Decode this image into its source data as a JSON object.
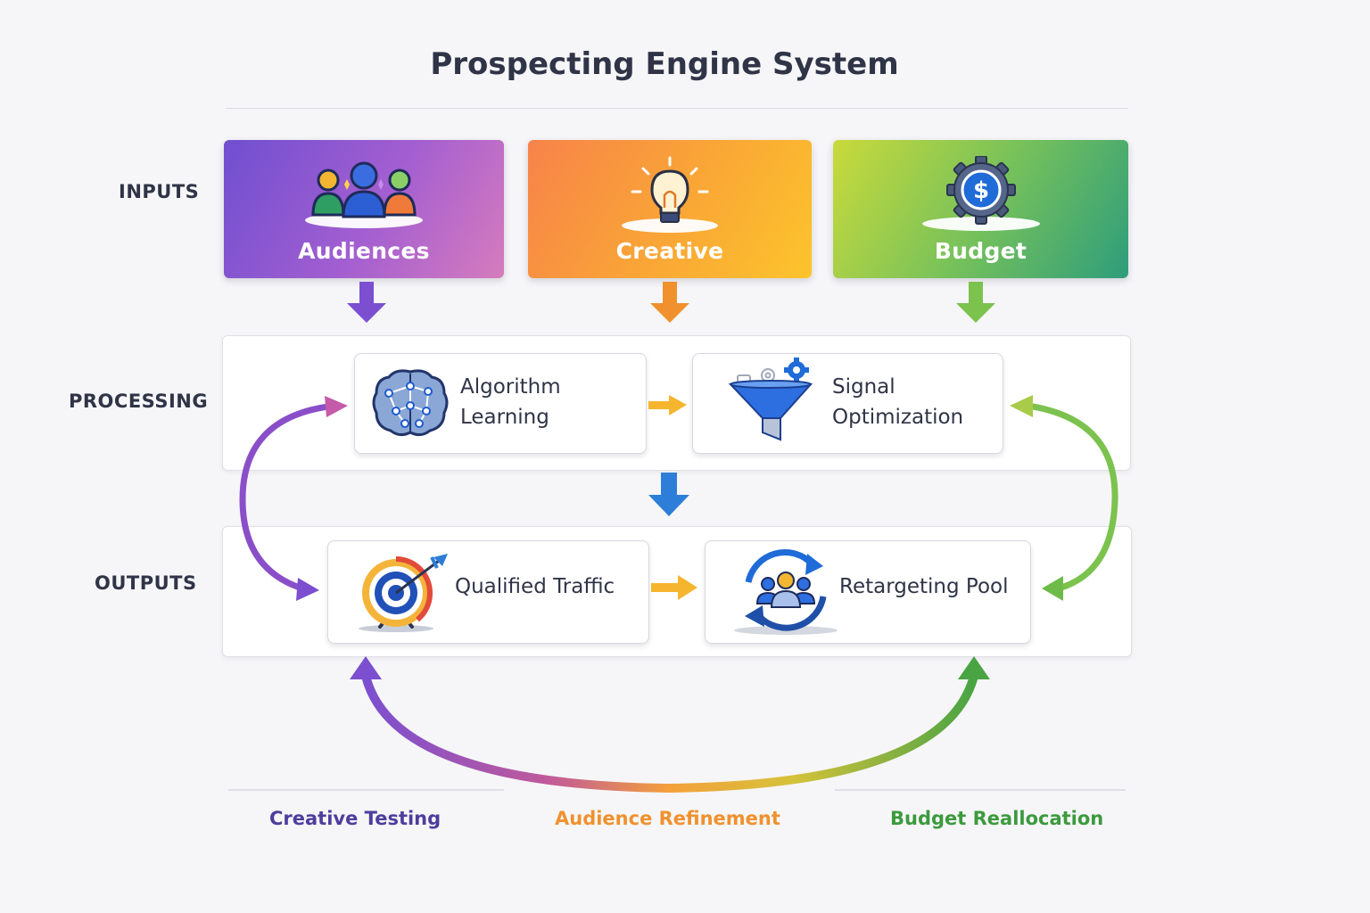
{
  "title": "Prospecting Engine System",
  "rows": {
    "inputs": "INPUTS",
    "processing": "PROCESSING",
    "outputs": "OUTPUTS"
  },
  "inputs": [
    {
      "label": "Audiences",
      "icon": "people-group-icon",
      "gradient": [
        "#7b4fd0",
        "#d07cc0"
      ]
    },
    {
      "label": "Creative",
      "icon": "lightbulb-icon",
      "gradient": [
        "#f7894a",
        "#fbc12e"
      ]
    },
    {
      "label": "Budget",
      "icon": "gear-dollar-icon",
      "gradient": [
        "#c4d93a",
        "#2f9e78"
      ]
    }
  ],
  "processing": [
    {
      "line1": "Algorithm",
      "line2": "Learning",
      "icon": "brain-network-icon"
    },
    {
      "line1": "Signal",
      "line2": "Optimization",
      "icon": "funnel-gear-icon"
    }
  ],
  "outputs": [
    {
      "label": "Qualified Traffic",
      "icon": "target-arrow-icon"
    },
    {
      "label": "Retargeting Pool",
      "icon": "refresh-people-icon"
    }
  ],
  "feedback": [
    {
      "label": "Creative Testing",
      "color": "#4e3d9e"
    },
    {
      "label": "Audience Refinement",
      "color": "#f0912e"
    },
    {
      "label": "Budget Reallocation",
      "color": "#3c9a3e"
    }
  ],
  "colors": {
    "purple": "#7b4fd0",
    "orange": "#f0912e",
    "green": "#6fbb4a",
    "blue": "#2d7ed8",
    "yellow": "#f6b52f"
  }
}
